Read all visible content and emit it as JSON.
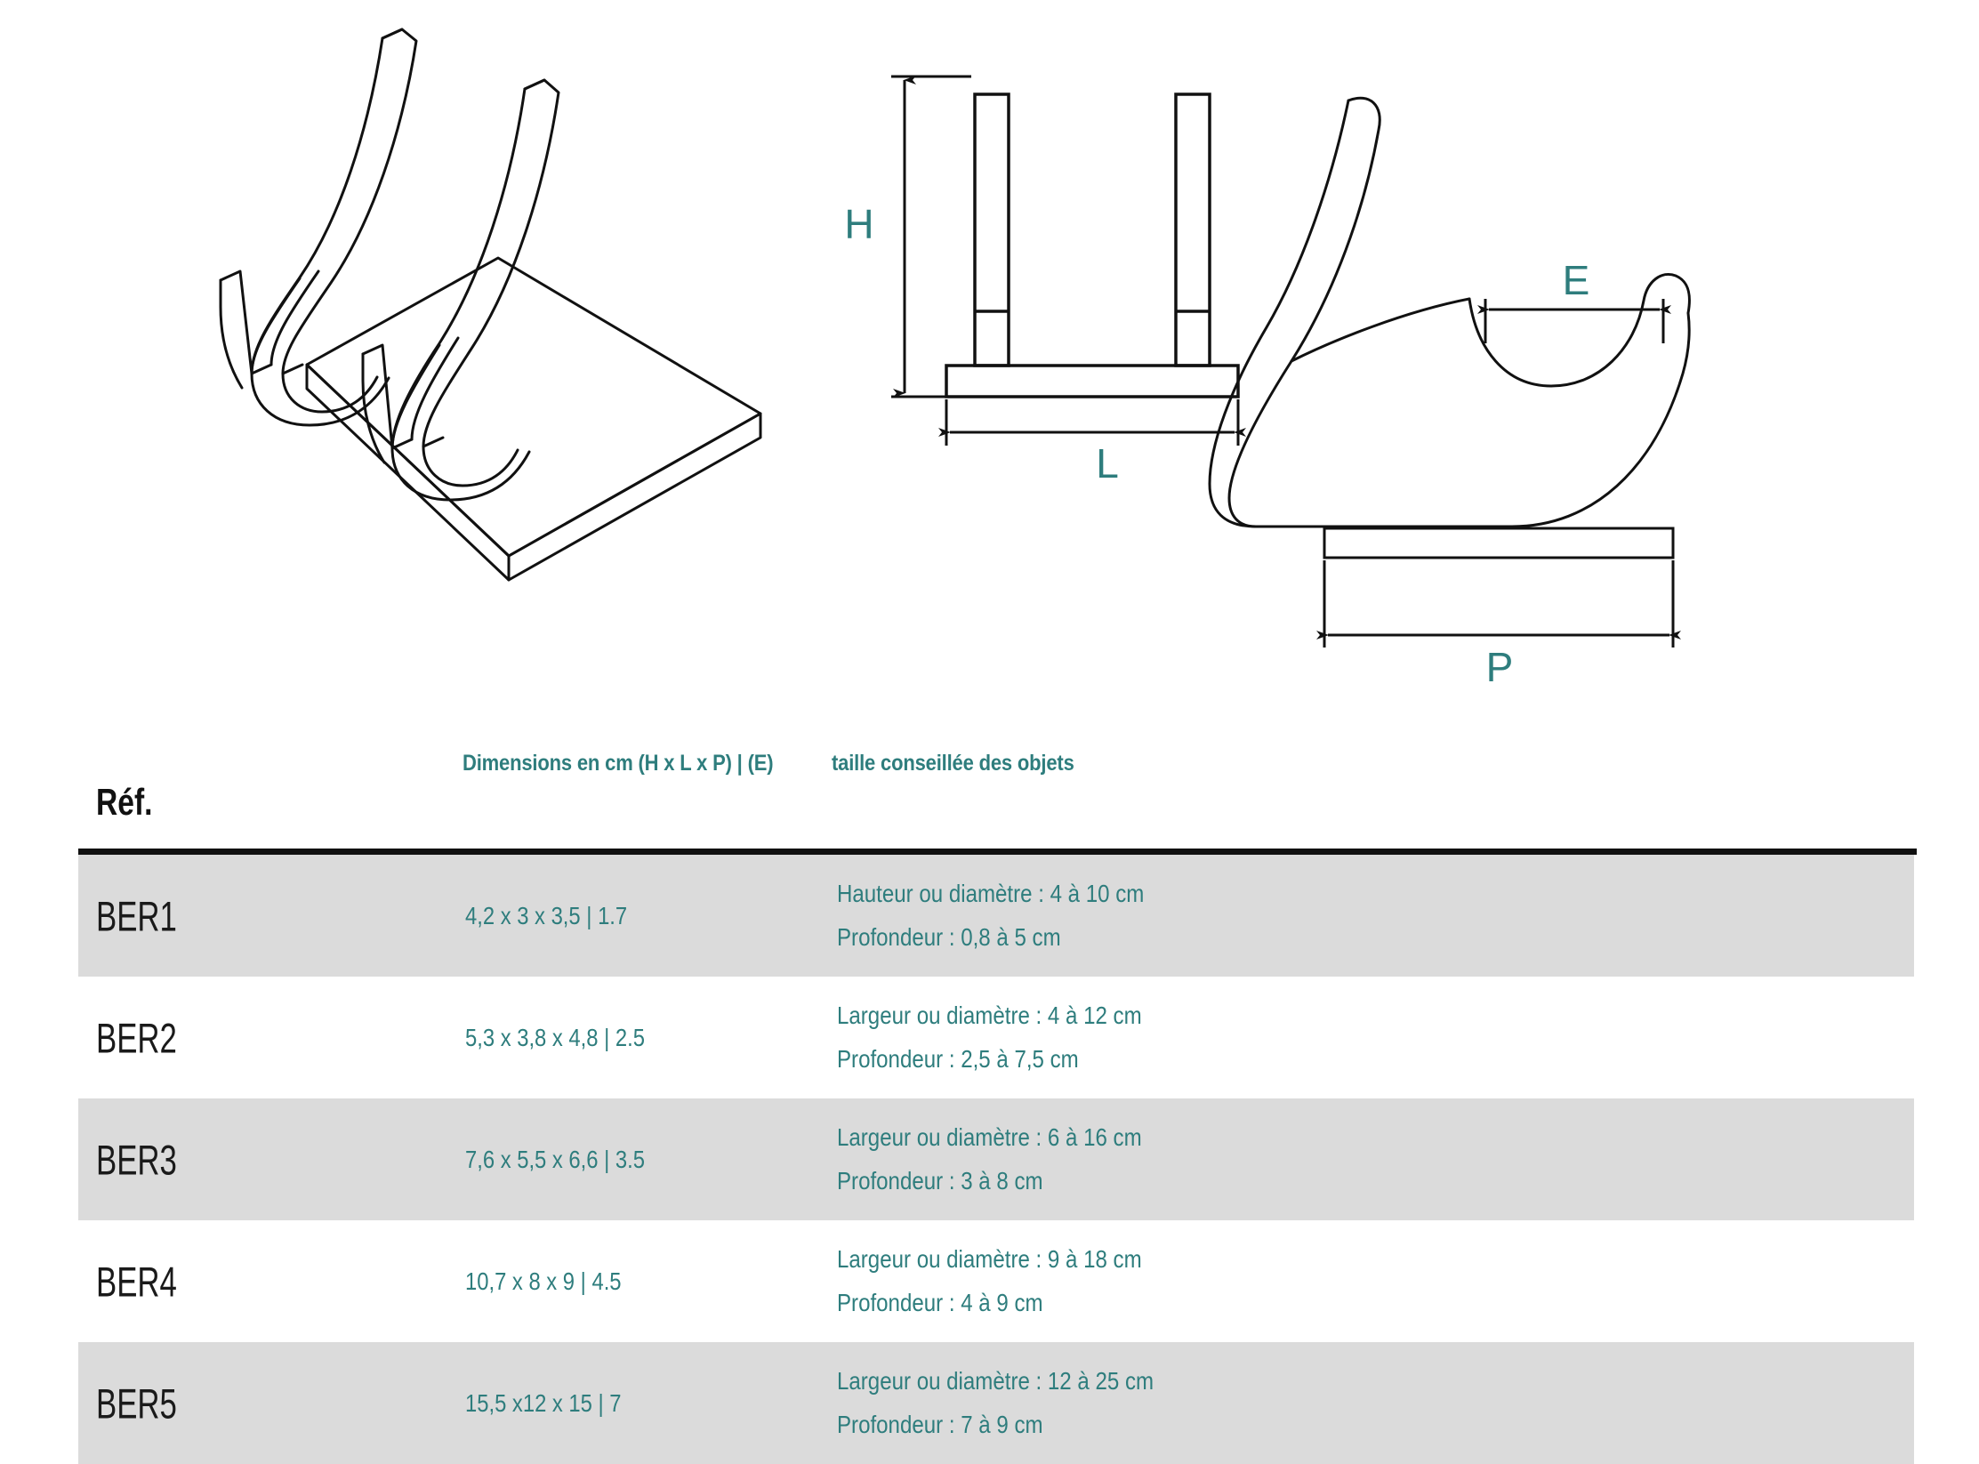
{
  "colors": {
    "accent_teal": "#2E7D7D",
    "row_shaded": "#DBDBDB",
    "row_plain": "#FFFFFF",
    "line_black": "#111111"
  },
  "drawings": {
    "isometric": {
      "name": "vue-isometrique-berceau"
    },
    "front_view": {
      "name": "vue-de-face",
      "dimension_labels": {
        "height": "H",
        "length": "L"
      }
    },
    "side_view": {
      "name": "vue-de-profil",
      "dimension_labels": {
        "opening": "E",
        "depth": "P"
      }
    }
  },
  "table": {
    "headers": {
      "ref": "Réf.",
      "dimensions": "Dimensions en cm (H x L x P) | (E)",
      "taille": "taille conseillée des objets"
    },
    "rows": [
      {
        "ref": "BER1",
        "dimensions": "4,2 x 3 x 3,5 | 1.7",
        "taille_line1": "Hauteur ou diamètre : 4 à 10 cm",
        "taille_line2": "Profondeur : 0,8 à 5 cm",
        "shaded": true
      },
      {
        "ref": "BER2",
        "dimensions": "5,3 x 3,8 x 4,8 | 2.5",
        "taille_line1": "Largeur ou diamètre : 4 à 12 cm",
        "taille_line2": "Profondeur : 2,5 à 7,5 cm",
        "shaded": false
      },
      {
        "ref": "BER3",
        "dimensions": "7,6 x 5,5 x 6,6 | 3.5",
        "taille_line1": "Largeur ou diamètre : 6 à 16 cm",
        "taille_line2": "Profondeur : 3 à 8 cm",
        "shaded": true
      },
      {
        "ref": "BER4",
        "dimensions": "10,7 x 8 x 9 | 4.5",
        "taille_line1": "Largeur ou diamètre : 9 à 18 cm",
        "taille_line2": "Profondeur : 4 à 9 cm",
        "shaded": false
      },
      {
        "ref": "BER5",
        "dimensions": "15,5 x12 x 15 | 7",
        "taille_line1": "Largeur ou diamètre : 12 à 25 cm",
        "taille_line2": "Profondeur : 7 à 9 cm",
        "shaded": true
      }
    ]
  }
}
